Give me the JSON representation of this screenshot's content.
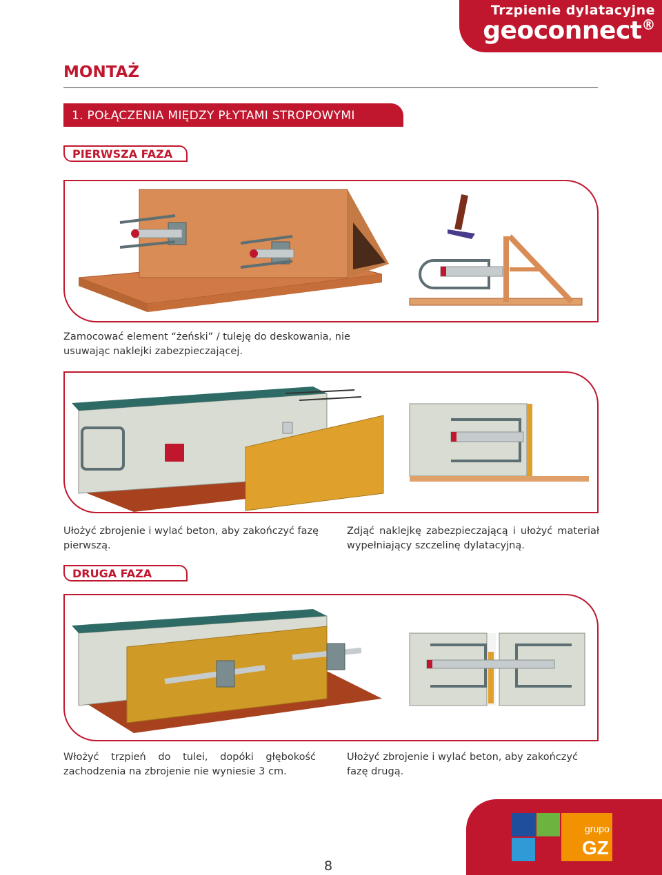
{
  "header": {
    "subtitle": "Trzpienie dylatacyjne",
    "brand": "geoconnect",
    "registered": "®"
  },
  "title": "MONTAŻ",
  "section": "1. POŁĄCZENIA MIĘDZY PŁYTAMI STROPOWYMI",
  "phase1": {
    "label": "PIERWSZA FAZA"
  },
  "phase2": {
    "label": "DRUGA FAZA"
  },
  "captions": {
    "step1": "Zamocować element “żeński” / tuleję do deskowania, nie usuwając naklejki zabezpieczającej.",
    "step2": "Ułożyć zbrojenie i wylać beton, aby zakończyć fazę pierwszą.",
    "step3": "Zdjąć naklejkę zabezpieczającą i ułożyć materiał wypełniający szczelinę dylatacyjną.",
    "step4": "Włożyć trzpień do tulei, dopóki głębokość zachodzenia na zbrojenie nie wyniesie 3 cm.",
    "step5": "Ułożyć zbrojenie i wylać beton, aby zakończyć fazę drugą."
  },
  "footer": {
    "page_number": "8",
    "logo_word": "grupo",
    "logo_letters": "GZ"
  },
  "colors": {
    "accent": "#c0172e",
    "wood": "#d9874f",
    "concrete": "#d8dcd2",
    "steel": "#5d6f72"
  }
}
